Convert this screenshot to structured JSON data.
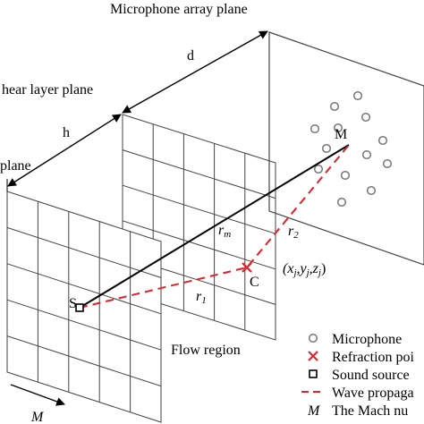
{
  "labels": {
    "microphone_plane": "Microphone array plane",
    "shear_plane": "hear layer plane",
    "source_plane": "plane",
    "d": "d",
    "h": "h",
    "M_point": "M",
    "S_point": "S",
    "C_point": "C",
    "rm": "r",
    "rm_sub": "m",
    "r1": "r",
    "r1_sub": "1",
    "r2": "r",
    "r2_sub": "2",
    "coord": "(x",
    "coord_j1": "j",
    "coord_y": ",y",
    "coord_j2": "j",
    "coord_z": ",z",
    "coord_j3": "j",
    "coord_close": ")",
    "flow_region": "Flow region",
    "mach_arrow": "M"
  },
  "legend": [
    {
      "symbol": "circle",
      "text": "Microphone"
    },
    {
      "symbol": "cross",
      "text": "Refraction poi"
    },
    {
      "symbol": "square",
      "text": "Sound source"
    },
    {
      "symbol": "dash",
      "text": "Wave propaga"
    },
    {
      "symbol": "M",
      "text": "The Mach nu"
    }
  ],
  "colors": {
    "line": "#000000",
    "grid": "#444444",
    "mic": "#777777",
    "wave": "#e0202a",
    "cross": "#e0202a"
  }
}
